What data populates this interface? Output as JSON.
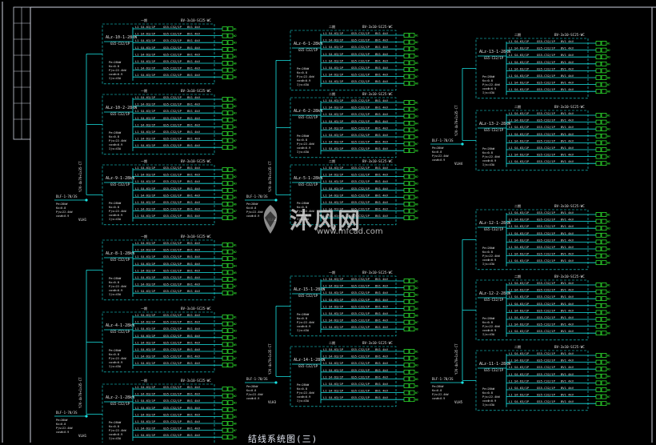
{
  "drawing": {
    "title": "结线系统图(三)",
    "watermark_text": "沐风网",
    "watermark_url": "www.mfcad.com",
    "line_color": "#19e6e6",
    "tag_color": "#33ff33",
    "text_color": "#e0e0e0"
  },
  "groups": [
    {
      "feeder": "DLF-1-70/3S",
      "meter": "VLH1",
      "cable": "YJV-4x70+1x35-CT",
      "panels": [
        {
          "label": "ALz-10-1-28kW",
          "bus": "BV-3x10-SC25-WC",
          "phase": "一期"
        },
        {
          "label": "ALz-10-2-28kW",
          "bus": "BV-3x10-SC25-WC",
          "phase": "一期"
        },
        {
          "label": "ALz-9-1-28kW",
          "bus": "BV-3x10-SC25-WC",
          "phase": "一期"
        }
      ]
    },
    {
      "feeder": "DLF-1-70/3S",
      "meter": "VLH1",
      "cable": "YJV-4x70+1x35-CT",
      "panels": [
        {
          "label": "ALz-8-1-28kW",
          "bus": "BV-3x10-SC25-WC",
          "phase": "一期"
        },
        {
          "label": "ALz-4-1-28kW",
          "bus": "BV-3x10-SC25-WC",
          "phase": "一期"
        },
        {
          "label": "ALz-2-1-28kW",
          "bus": "BV-3x10-SC25-WC",
          "phase": "一期"
        }
      ]
    },
    {
      "feeder": "DLF-1-70/3S",
      "meter": "VLH2",
      "cable": "YJV-4x70+1x35-CT",
      "panels": [
        {
          "label": "ALz-6-1-28kW",
          "bus": "BV-3x10-SC25-WC",
          "phase": "二期"
        },
        {
          "label": "ALz-6-2-28kW",
          "bus": "BV-3x10-SC25-WC",
          "phase": "二期"
        },
        {
          "label": "ALz-5-1-28kW",
          "bus": "BV-3x10-SC25-WC",
          "phase": "二期"
        }
      ]
    },
    {
      "feeder": "DLF-1-70/3S",
      "meter": "VLH3",
      "cable": "YJV-4x70+1x35-CT",
      "panels": [
        {
          "label": "ALz-15-1-28kW",
          "bus": "BV-3x10-SC25-WC",
          "phase": "一期"
        },
        {
          "label": "ALz-14-1-28kW",
          "bus": "BV-3x10-SC25-WC",
          "phase": "二期"
        }
      ]
    },
    {
      "feeder": "DLF-1-70/3S",
      "meter": "VLH4",
      "cable": "YJV-4x70+1x35-CT",
      "panels": [
        {
          "label": "ALz-13-1-28kW",
          "bus": "BV-3x10-SC25-WC",
          "phase": "二期"
        },
        {
          "label": "ALz-13-2-28kW",
          "bus": "BV-3x10-SC25-WC",
          "phase": "二期"
        }
      ]
    },
    {
      "feeder": "DLF-1-70/3S",
      "meter": "VLH5",
      "cable": "YJV-4x70+1x35-CT",
      "panels": [
        {
          "label": "ALz-12-1-28kW",
          "bus": "BV-3x10-SC25-WC",
          "phase": "二期"
        },
        {
          "label": "ALz-12-2-28kW",
          "bus": "BV-3x10-SC25-WC",
          "phase": "二期"
        },
        {
          "label": "ALz-11-1-28kW",
          "bus": "BV-3x10-SC25-WC",
          "phase": "二期"
        }
      ]
    }
  ],
  "circuit_label": "L1 S4-63/1P",
  "breaker_label": "GS5-C32/1P",
  "cable_small": "BV1 4kV",
  "loads": [
    "Pe=28kW",
    "Kx=0.8",
    "Pjs=22.4kW",
    "cosΦ=0.9",
    "Ijs=43A"
  ]
}
